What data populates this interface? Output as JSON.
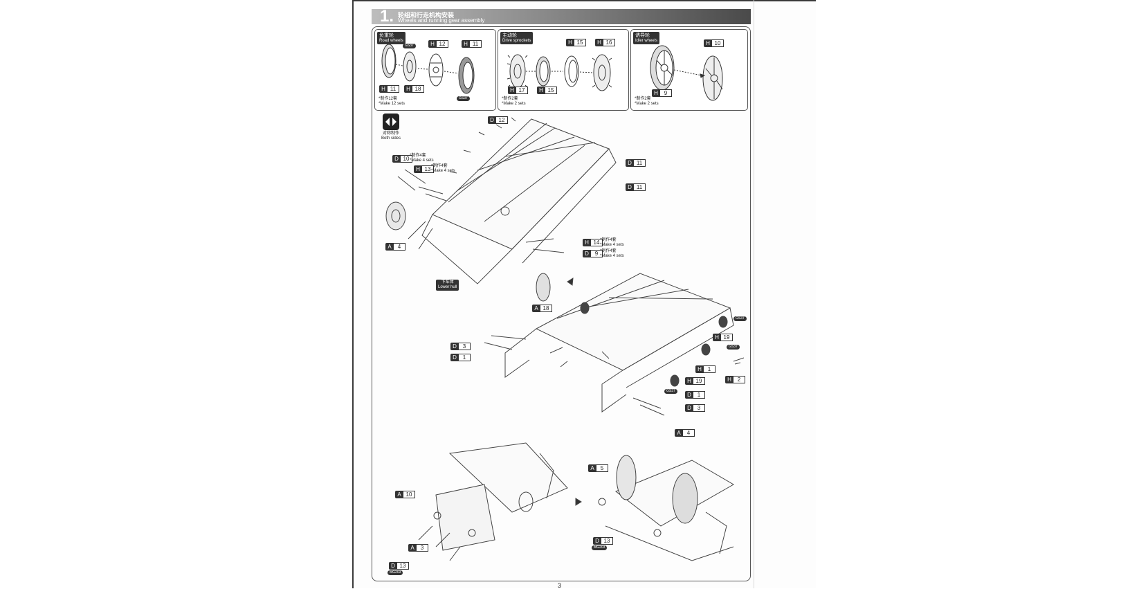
{
  "page": {
    "step_number": "1.",
    "title_cn": "轮组和行走机构安装",
    "title_en": "Wheels and running gear assembly",
    "page_number": "3"
  },
  "panels": {
    "road_wheels": {
      "title_cn": "负重轮",
      "title_en": "Road wheels",
      "note_cn": "*制作12套",
      "note_en": "*Make 12 sets",
      "callouts": [
        {
          "sprue": "H",
          "num": "12"
        },
        {
          "sprue": "H",
          "num": "11"
        },
        {
          "sprue": "H",
          "num": "11"
        },
        {
          "sprue": "H",
          "num": "18"
        }
      ],
      "pills": [
        "GS37",
        "GS37"
      ]
    },
    "drive_sprockets": {
      "title_cn": "主动轮",
      "title_en": "Drive sprockets",
      "note_cn": "*制作2套",
      "note_en": "*Make 2 sets",
      "callouts": [
        {
          "sprue": "H",
          "num": "15"
        },
        {
          "sprue": "H",
          "num": "16"
        },
        {
          "sprue": "H",
          "num": "17"
        },
        {
          "sprue": "H",
          "num": "15"
        }
      ]
    },
    "idler_wheels": {
      "title_cn": "诱导轮",
      "title_en": "Idler wheels",
      "note_cn": "*制作2套",
      "note_en": "*Make 2 sets",
      "callouts": [
        {
          "sprue": "H",
          "num": "10"
        },
        {
          "sprue": "H",
          "num": "9"
        }
      ]
    }
  },
  "both_sides": {
    "cn": "对称制作",
    "en": "Both sides"
  },
  "hull_label": {
    "cn": "下车体",
    "en": "Lower hull"
  },
  "assembly1": {
    "callouts": [
      {
        "sprue": "D",
        "num": "12"
      },
      {
        "sprue": "D",
        "num": "10"
      },
      {
        "sprue": "H",
        "num": "13"
      },
      {
        "sprue": "D",
        "num": "11"
      },
      {
        "sprue": "D",
        "num": "11"
      },
      {
        "sprue": "A",
        "num": "4"
      },
      {
        "sprue": "H",
        "num": "14"
      },
      {
        "sprue": "D",
        "num": "9"
      },
      {
        "sprue": "A",
        "num": "18"
      }
    ],
    "notes": {
      "d10": {
        "cn": "*制作4套",
        "en": "*Make 4 sets"
      },
      "h13": {
        "cn": "*制作4套",
        "en": "*Make 4 sets"
      },
      "h14": {
        "cn": "*制作4套",
        "en": "*Make 4 sets"
      },
      "d9": {
        "cn": "*制作4套",
        "en": "*Make 4 sets"
      }
    }
  },
  "assembly2": {
    "callouts": [
      {
        "sprue": "D",
        "num": "3"
      },
      {
        "sprue": "D",
        "num": "1"
      },
      {
        "sprue": "H",
        "num": "19"
      },
      {
        "sprue": "H",
        "num": "1"
      },
      {
        "sprue": "H",
        "num": "2"
      },
      {
        "sprue": "H",
        "num": "19"
      },
      {
        "sprue": "D",
        "num": "1"
      },
      {
        "sprue": "D",
        "num": "3"
      }
    ],
    "pills": [
      "GS37",
      "GS37",
      "GS37"
    ]
  },
  "assembly3": {
    "callouts": [
      {
        "sprue": "A",
        "num": "10"
      },
      {
        "sprue": "A",
        "num": "3"
      },
      {
        "sprue": "D",
        "num": "13"
      },
      {
        "sprue": "A",
        "num": "4"
      },
      {
        "sprue": "A",
        "num": "5"
      },
      {
        "sprue": "D",
        "num": "13"
      }
    ],
    "pills": [
      "MG203",
      "MG203"
    ]
  }
}
